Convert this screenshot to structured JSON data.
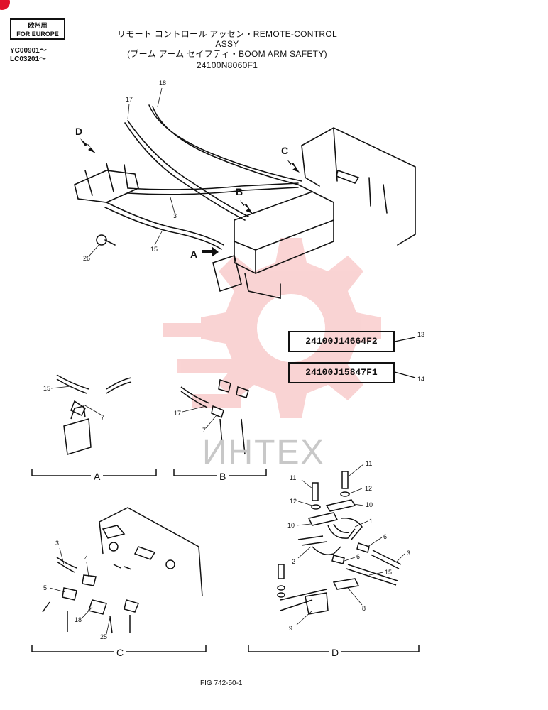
{
  "europe_label": {
    "line1": "欧州用",
    "line2": "FOR EUROPE"
  },
  "serial_range": {
    "line1": "YC00901～",
    "line2": "LC03201～"
  },
  "title": {
    "line1": "リモート コントロール アッセン・REMOTE-CONTROL ASSY",
    "line2": "(ブーム アーム セイフティ・BOOM ARM SAFETY)",
    "line3": "24100N8060F1"
  },
  "part_boxes": {
    "p13": "24100J14664F2",
    "p14": "24100J15847F1"
  },
  "arrow_letters": {
    "A": "A",
    "B": "B",
    "C": "C",
    "D": "D"
  },
  "callouts": {
    "c18": "18",
    "c17": "17",
    "c3": "3",
    "c15": "15",
    "c26": "26",
    "c13": "13",
    "c14": "14",
    "a15": "15",
    "a7": "7",
    "b17": "17",
    "b7": "7",
    "c_3": "3",
    "c_4": "4",
    "c_5": "5",
    "c_18": "18",
    "c_25": "25",
    "d11a": "11",
    "d11b": "11",
    "d12a": "12",
    "d12b": "12",
    "d10a": "10",
    "d10b": "10",
    "d1": "1",
    "d6a": "6",
    "d6b": "6",
    "d3": "3",
    "d2": "2",
    "d15": "15",
    "d8": "8",
    "d9": "9"
  },
  "views": {
    "A": "A",
    "B": "B",
    "C": "C",
    "D": "D"
  },
  "watermark": "ИНТЕХ",
  "figure_ref": "FIG 742-50-1",
  "colors": {
    "ink": "#111111",
    "watermark_red": "#f3a0a0",
    "badge_red": "#e0122b"
  }
}
